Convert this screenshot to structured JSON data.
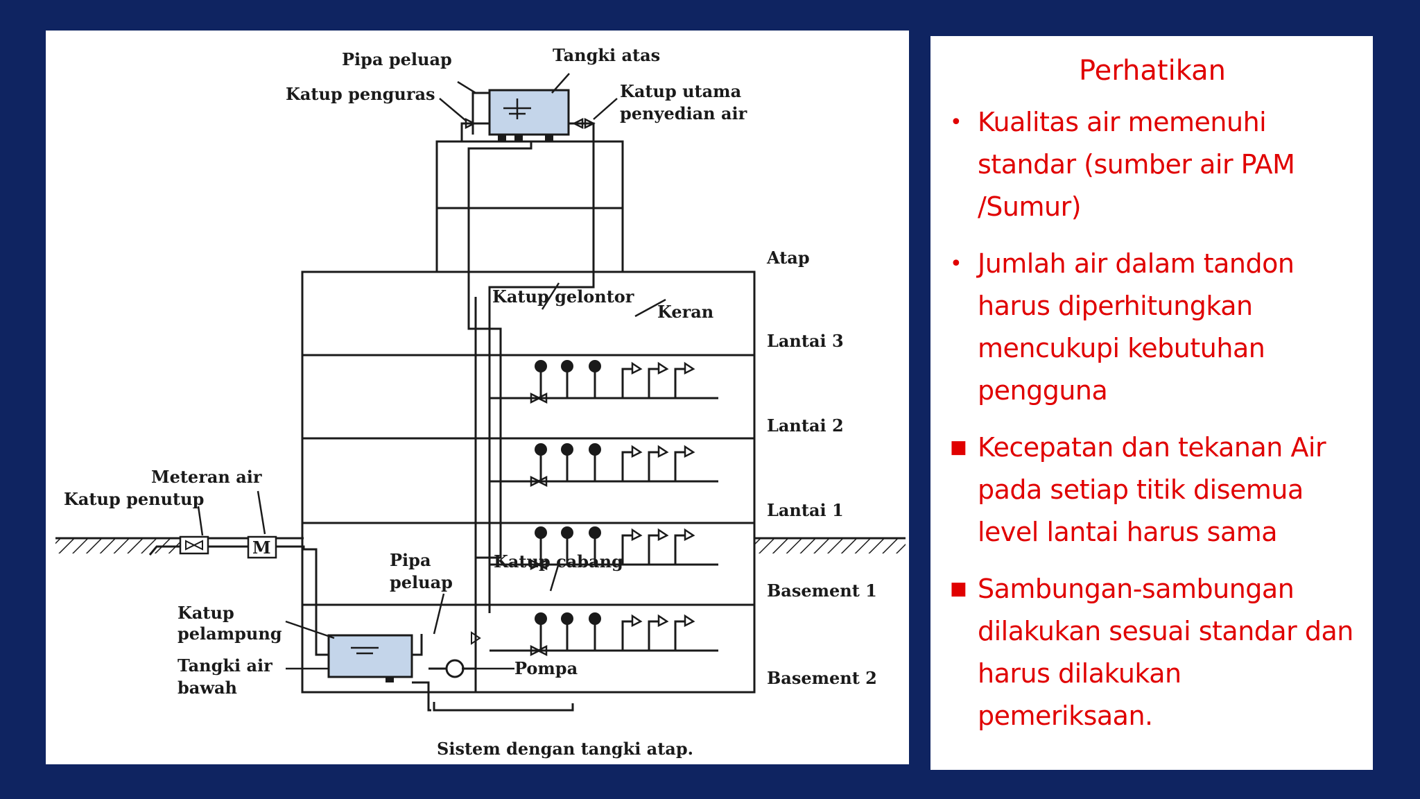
{
  "diagram": {
    "caption": "Sistem dengan tangki atap.",
    "labels": {
      "pipa_peluap_top": "Pipa peluap",
      "tangki_atas": "Tangki atas",
      "katup_penguras": "Katup penguras",
      "katup_utama_1": "Katup utama",
      "katup_utama_2": "penyedian air",
      "atap": "Atap",
      "katup_gelontor": "Katup gelontor",
      "keran": "Keran",
      "lantai_3": "Lantai 3",
      "lantai_2": "Lantai 2",
      "lantai_1": "Lantai 1",
      "basement_1": "Basement 1",
      "basement_2": "Basement 2",
      "meteran_air": "Meteran air",
      "katup_penutup": "Katup penutup",
      "meter_symbol": "M",
      "pipa_peluap_low_1": "Pipa",
      "pipa_peluap_low_2": "peluap",
      "katup_cabang": "Katup cabang",
      "katup_pelampung_1": "Katup",
      "katup_pelampung_2": "pelampung",
      "tangki_bawah_1": "Tangki air",
      "tangki_bawah_2": "bawah",
      "pompa": "Pompa"
    },
    "tank_color": "#c4d5ea"
  },
  "notes": {
    "title": "Perhatikan",
    "items": [
      {
        "bullet": "circle",
        "text": "Kualitas air memenuhi standar (sumber air PAM /Sumur)"
      },
      {
        "bullet": "circle",
        "text": "Jumlah air dalam tandon harus diperhitungkan mencukupi kebutuhan pengguna"
      },
      {
        "bullet": "square",
        "text": "Kecepatan dan tekanan Air pada setiap titik  disemua level lantai harus  sama"
      },
      {
        "bullet": "square",
        "text": "Sambungan-sambungan dilakukan sesuai standar dan  harus dilakukan pemeriksaan."
      }
    ],
    "text_color": "#e00000"
  }
}
